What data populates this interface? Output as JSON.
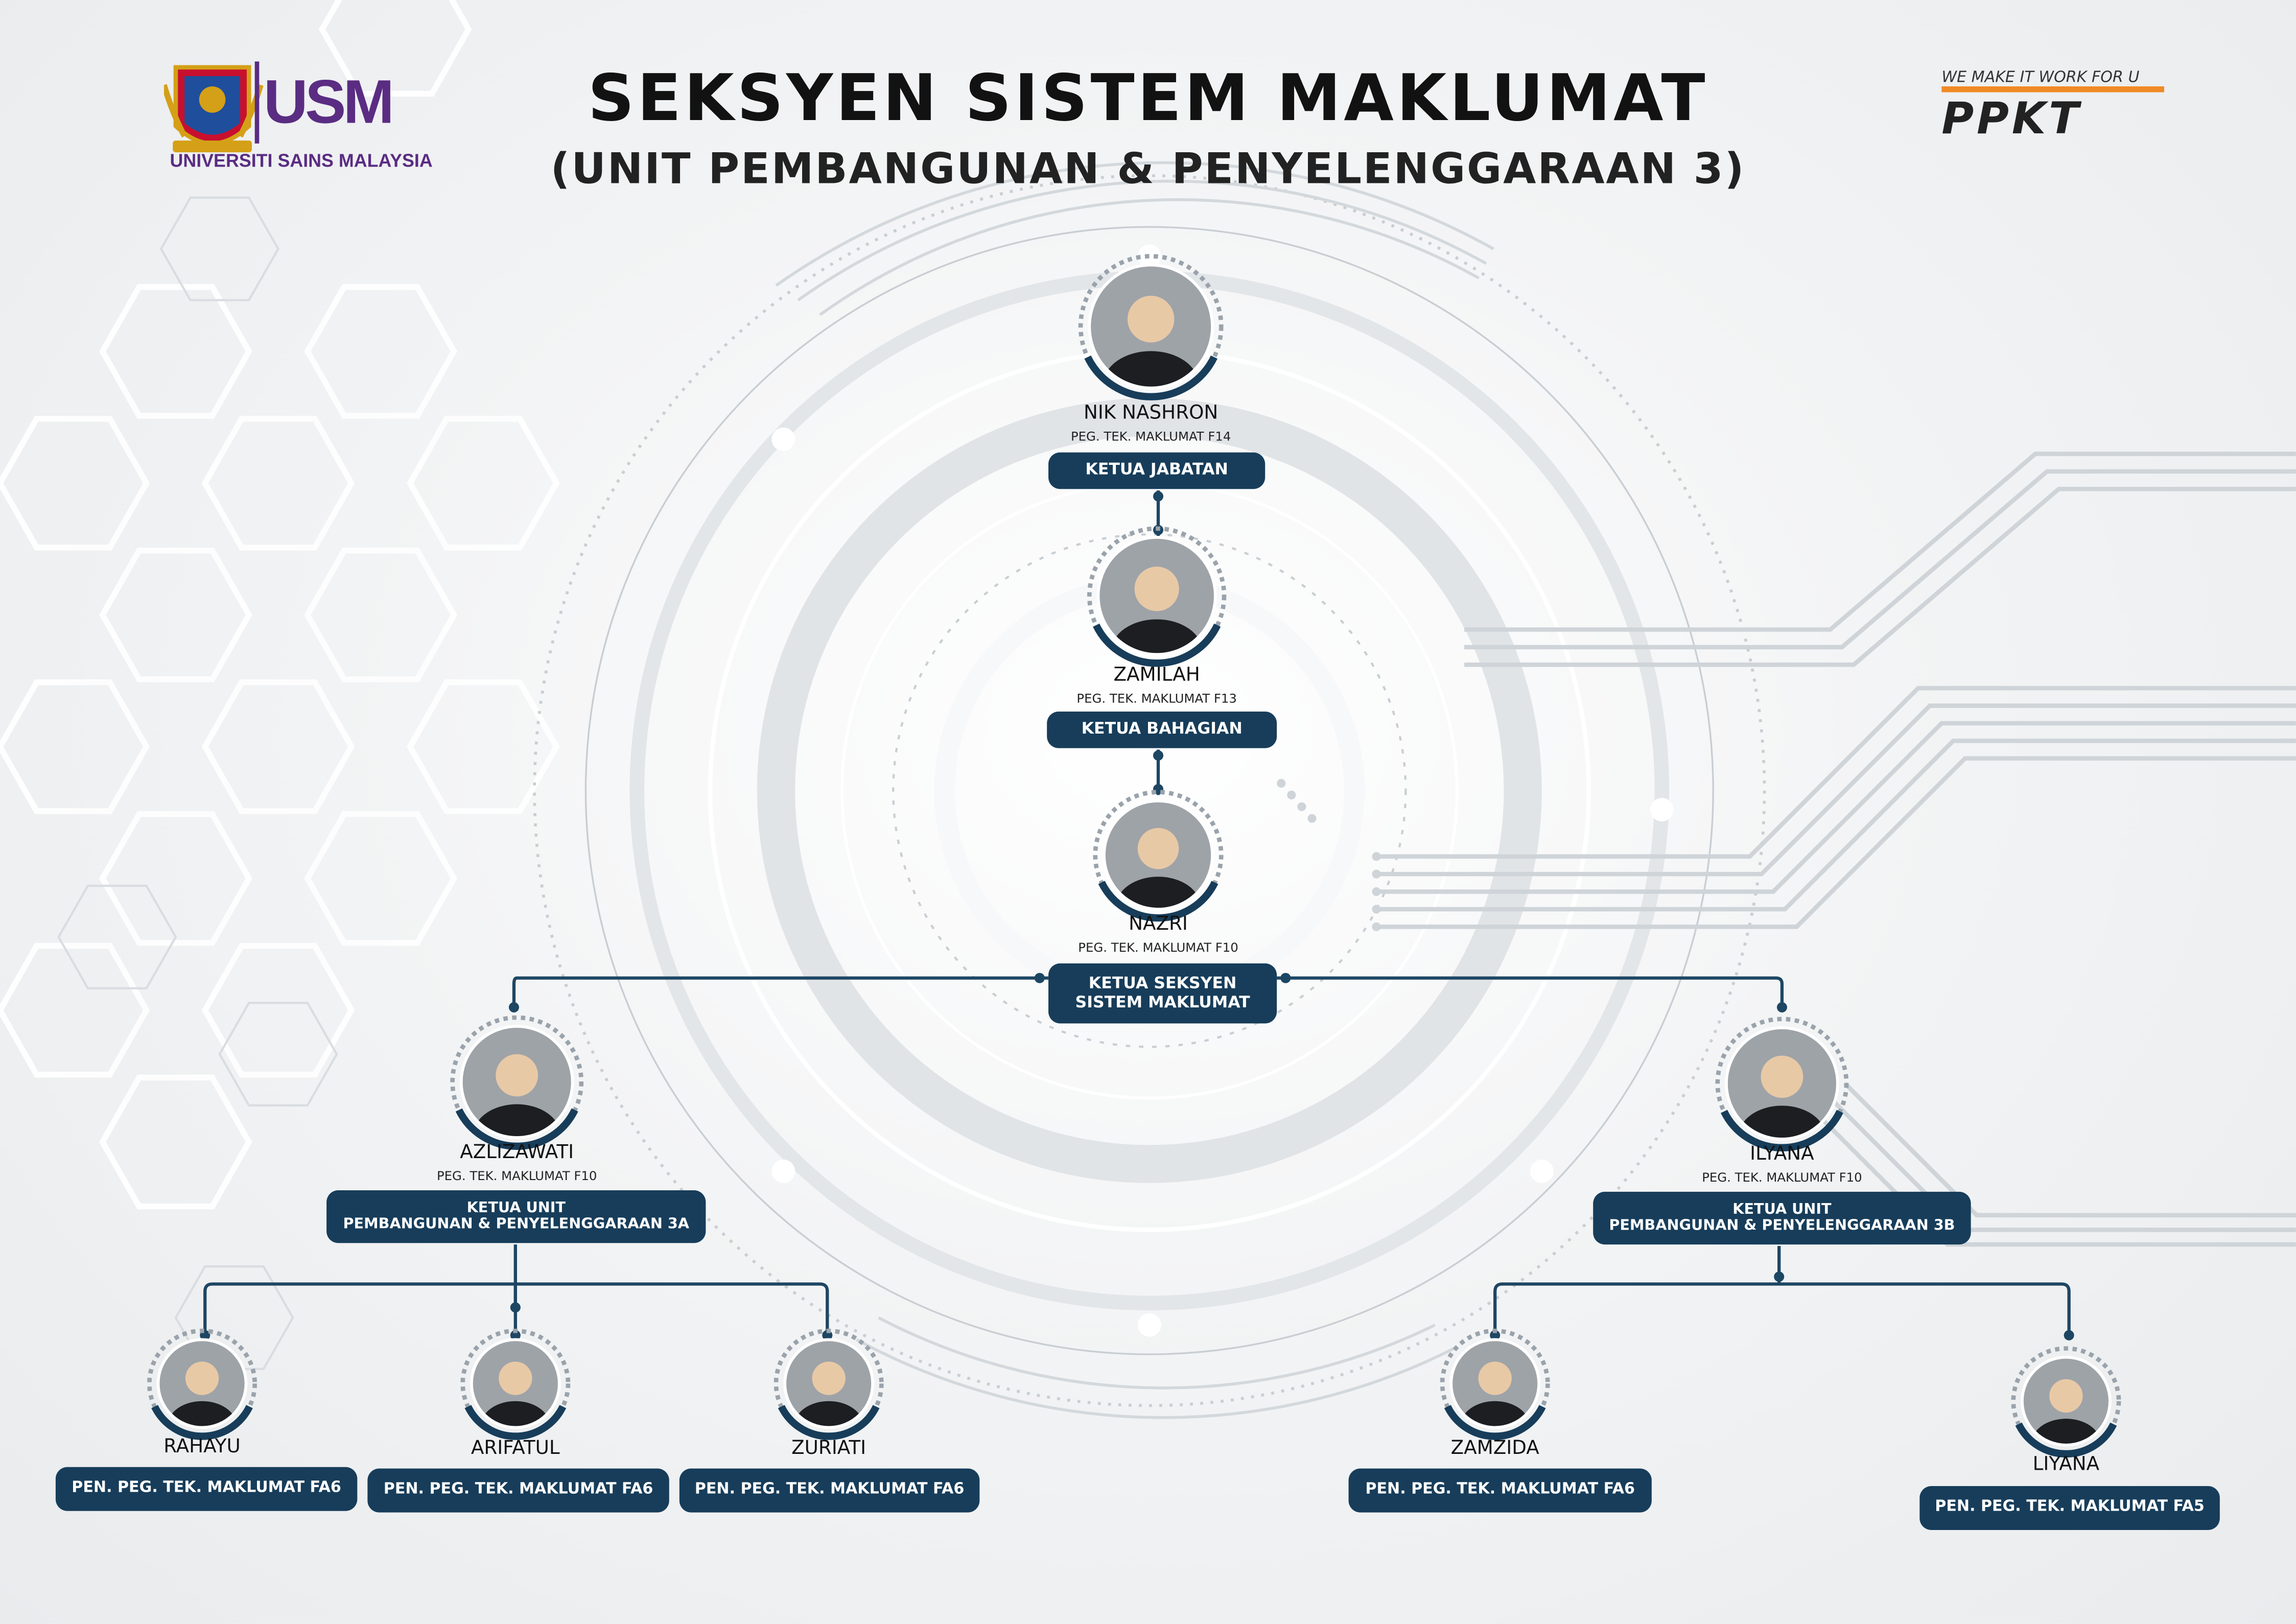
{
  "header": {
    "title": "SEKSYEN SISTEM MAKLUMAT",
    "subtitle": "(UNIT PEMBANGUNAN & PENYELENGGARAAN 3)"
  },
  "logos": {
    "left": {
      "wordmark": "USM",
      "caption": "UNIVERSITI SAINS MALAYSIA",
      "icon": "usm-crest-icon"
    },
    "right": {
      "tagline": "WE MAKE IT WORK FOR U",
      "wordmark": "PPKT",
      "icon": "pprkt-logo-icon"
    }
  },
  "colors": {
    "badge": "#173d5a",
    "connector": "#1d4663",
    "accent": "#f08a24",
    "usm_purple": "#5a2c82"
  },
  "people": [
    {
      "id": "nik",
      "name": "NIK NASHRON",
      "grade": "PEG. TEK. MAKLUMAT F14",
      "role": [
        "KETUA JABATAN"
      ]
    },
    {
      "id": "zamilah",
      "name": "ZAMILAH",
      "grade": "PEG. TEK. MAKLUMAT F13",
      "role": [
        "KETUA BAHAGIAN"
      ]
    },
    {
      "id": "nazri",
      "name": "NAZRI",
      "grade": "PEG. TEK. MAKLUMAT F10",
      "role": [
        "KETUA SEKSYEN",
        "SISTEM MAKLUMAT"
      ]
    },
    {
      "id": "azlizawati",
      "name": "AZLIZAWATI",
      "grade": "PEG. TEK. MAKLUMAT F10",
      "role": [
        "KETUA UNIT",
        "PEMBANGUNAN & PENYELENGGARAAN 3A"
      ]
    },
    {
      "id": "ilyana",
      "name": "ILYANA",
      "grade": "PEG. TEK. MAKLUMAT F10",
      "role": [
        "KETUA UNIT",
        "PEMBANGUNAN & PENYELENGGARAAN 3B"
      ]
    },
    {
      "id": "rahayu",
      "name": "RAHAYU",
      "grade": "",
      "role": [
        "PEN. PEG. TEK. MAKLUMAT FA6"
      ]
    },
    {
      "id": "arifatul",
      "name": "ARIFATUL",
      "grade": "",
      "role": [
        "PEN. PEG. TEK. MAKLUMAT FA6"
      ]
    },
    {
      "id": "zuriati",
      "name": "ZURIATI",
      "grade": "",
      "role": [
        "PEN. PEG. TEK. MAKLUMAT FA6"
      ]
    },
    {
      "id": "zamzida",
      "name": "ZAMZIDA",
      "grade": "",
      "role": [
        "PEN. PEG. TEK. MAKLUMAT FA6"
      ]
    },
    {
      "id": "liyana",
      "name": "LIYANA",
      "grade": "",
      "role": [
        "PEN. PEG. TEK. MAKLUMAT FA5"
      ]
    }
  ],
  "reports_to": {
    "zamilah": "nik",
    "nazri": "zamilah",
    "azlizawati": "nazri",
    "ilyana": "nazri",
    "rahayu": "azlizawati",
    "arifatul": "azlizawati",
    "zuriati": "azlizawati",
    "zamzida": "ilyana",
    "liyana": "ilyana"
  }
}
